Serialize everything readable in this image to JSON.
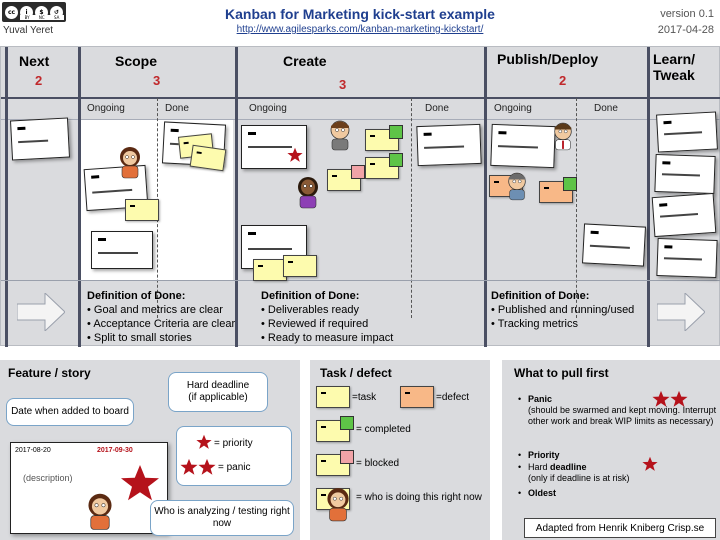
{
  "header": {
    "license_badge": {
      "icons": [
        "cc",
        "by",
        "nc",
        "sa"
      ],
      "labels": [
        "BY",
        "NC",
        "SA"
      ]
    },
    "author": "Yuval Yeret",
    "title": "Kanban for Marketing kick-start example",
    "url": "http://www.agilesparks.com/kanban-marketing-kickstart/",
    "version": "version 0.1",
    "date": "2017-04-28"
  },
  "board": {
    "columns": [
      {
        "name": "Next",
        "wip": "2"
      },
      {
        "name": "Scope",
        "wip": "3",
        "subcolumns": [
          "Ongoing",
          "Done"
        ]
      },
      {
        "name": "Create",
        "wip": "3",
        "subcolumns": [
          "Ongoing",
          "Done"
        ]
      },
      {
        "name": "Publish/Deploy",
        "wip": "2",
        "subcolumns": [
          "Ongoing",
          "Done"
        ]
      },
      {
        "name": "Learn/\nTweak",
        "wip": ""
      }
    ],
    "dod": [
      {
        "title": "Definition of Done:",
        "items": [
          "Goal and metrics are clear",
          "Acceptance Criteria are clear",
          "Split to small stories"
        ]
      },
      {
        "title": "Definition of Done:",
        "items": [
          "Deliverables ready",
          "Reviewed if required",
          "Ready to measure impact"
        ]
      },
      {
        "title": "Definition of Done:",
        "items": [
          "Published and running/used",
          "Tracking metrics"
        ]
      }
    ]
  },
  "feature_panel": {
    "title": "Feature / story",
    "bubble_date": "Date when added to board",
    "bubble_deadline": "Hard deadline\n(if applicable)",
    "card_date_added": "2017-08-20",
    "card_deadline": "2017-09-30",
    "card_description": "(description)",
    "priority_label": "= priority",
    "panic_label": "= panic",
    "bubble_who": "Who is analyzing / testing right now"
  },
  "task_panel": {
    "title": "Task / defect",
    "task_label": "=task",
    "defect_label": "=defect",
    "completed_label": "= completed",
    "blocked_label": "= blocked",
    "who_label": "= who is doing this right now"
  },
  "pull_panel": {
    "title": "What to pull first",
    "items": [
      {
        "head": "Panic",
        "body": "(should be swarmed and kept moving. Interrupt other work and break WIP limits as necessary)"
      },
      {
        "head": "Priority",
        "body": ""
      },
      {
        "head_prefix": "Hard ",
        "head": "deadline",
        "body": "(only if deadline is at risk)"
      },
      {
        "head": "Oldest",
        "body": ""
      }
    ],
    "credit": "Adapted from Henrik Kniberg Crisp.se"
  },
  "colors": {
    "title_blue": "#1f3f8f",
    "wip_red": "#c0282b",
    "star_red": "#b5121b",
    "sticky_yellow": "#fdfbae",
    "sticky_orange": "#f8b887",
    "completed_green": "#5ec447",
    "blocked_pink": "#f1a3a7",
    "board_grey": "#dadbde",
    "separator": "#4a4f63"
  }
}
